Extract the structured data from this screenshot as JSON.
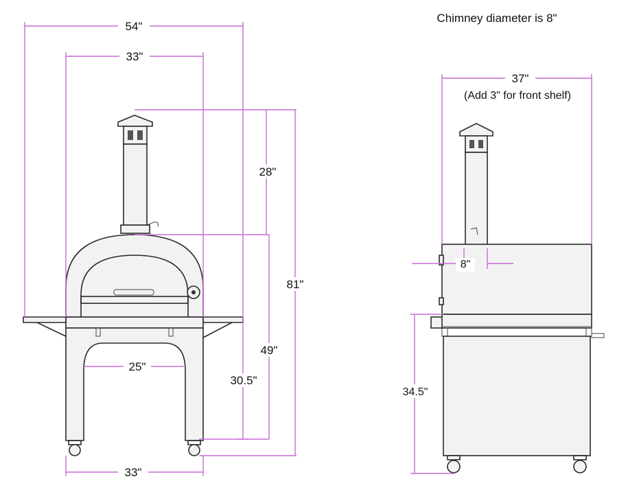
{
  "notes": {
    "chimney_diameter": "Chimney diameter is 8\""
  },
  "front_view": {
    "dims": {
      "overall_width": "54\"",
      "oven_width_top": "33\"",
      "chimney_height": "28\"",
      "overall_height": "81\"",
      "oven_top_height": "49\"",
      "shelf_height": "30.5\"",
      "leg_spacing": "25\"",
      "base_width": "33\""
    }
  },
  "side_view": {
    "dims": {
      "depth": "37\"",
      "depth_note": "(Add 3\" for front shelf)",
      "chimney_diameter": "8\"",
      "cart_height": "34.5\""
    }
  },
  "colors": {
    "dimension_line": "#c86bd6",
    "outline": "#2a2a2a"
  }
}
